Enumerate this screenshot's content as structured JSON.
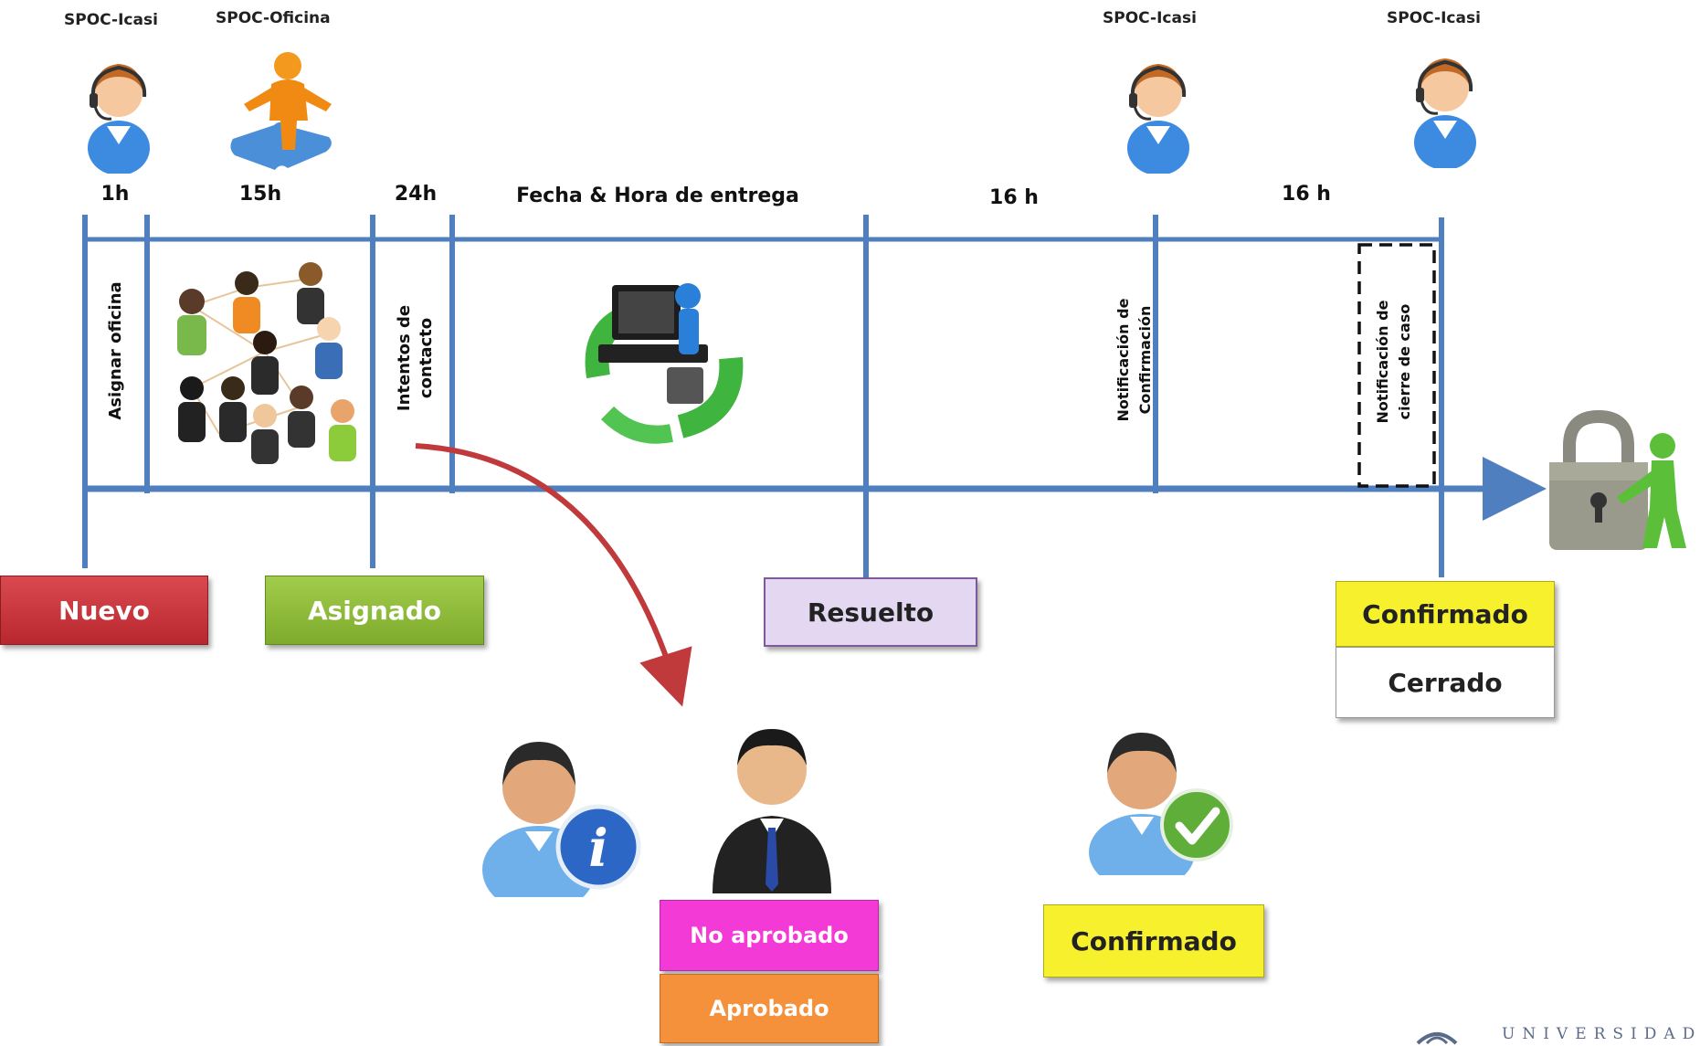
{
  "roles": {
    "r1": "SPOC-Icasi",
    "r2": "SPOC-Oficina",
    "r3": "SPOC-Icasi",
    "r4": "SPOC-Icasi"
  },
  "durations": {
    "d1": "1h",
    "d2": "15h",
    "d3": "24h",
    "d4": "Fecha & Hora de entrega",
    "d5": "16 h",
    "d6": "16 h"
  },
  "phases": {
    "p1": "Asignar oficina",
    "p3_line1": "Intentos de",
    "p3_line2": "contacto",
    "p6_line1": "Notificación de",
    "p6_line2": "Confirmación",
    "p7_line1": "Notificación de",
    "p7_line2": "cierre de caso"
  },
  "states": {
    "nuevo": "Nuevo",
    "asignado": "Asignado",
    "resuelto": "Resuelto",
    "confirmado_top": "Confirmado",
    "cerrado": "Cerrado",
    "no_aprobado": "No aprobado",
    "aprobado": "Aprobado",
    "confirmado_bottom": "Confirmado"
  },
  "footer": {
    "credit": "UNIVERSIDAD"
  },
  "colors": {
    "timeline": "#4f7fbf",
    "arrow": "#c0393b",
    "nuevo": "#c6343a",
    "asignado": "#8fbc3a",
    "resuelto": "#e3d7f2",
    "confirmado": "#f6f12c",
    "no_aprobado": "#f33ad6",
    "aprobado": "#f6913b"
  },
  "icons": [
    "support-agent-icon",
    "puzzle-person-icon",
    "people-network-icon",
    "computer-recycle-icon",
    "padlock-person-icon",
    "user-info-icon",
    "businessman-icon",
    "user-check-icon",
    "university-logo-icon"
  ]
}
